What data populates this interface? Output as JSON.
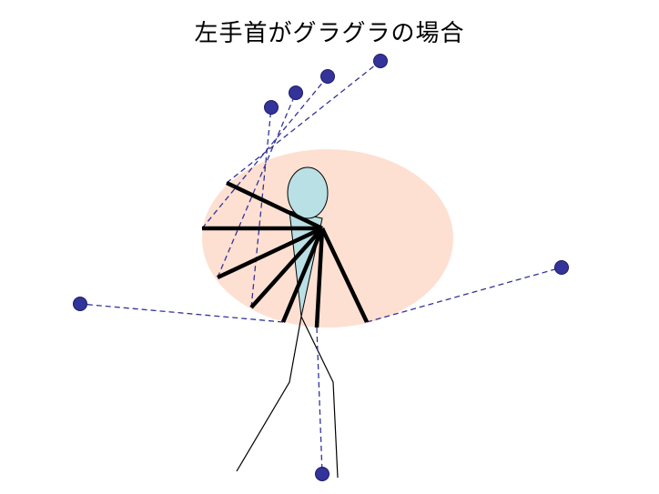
{
  "title": "左手首がグラグラの場合",
  "colors": {
    "background": "#ffffff",
    "swing_zone_fill": "#fde0d2",
    "head_fill": "#b9e0e4",
    "body_fill": "#b9e0e4",
    "club_shaft": "#000000",
    "club_head_dot": "#33339a",
    "trajectory_dash": "#33339a",
    "body_outline": "#000000"
  },
  "icons": {
    "head": "head-ellipse",
    "club_head": "club-head-dot"
  }
}
